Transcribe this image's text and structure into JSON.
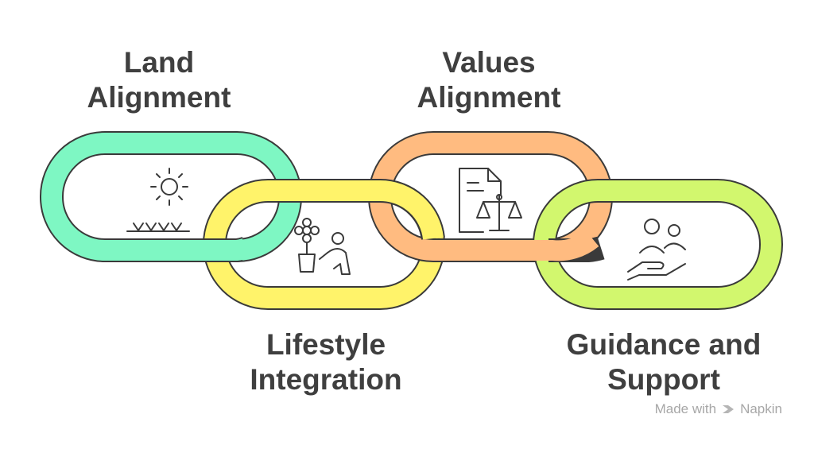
{
  "diagram": {
    "links": [
      {
        "id": "land",
        "lines": [
          "Land",
          "Alignment"
        ],
        "color": "#7ef7c3",
        "icon": "sun-grass-icon"
      },
      {
        "id": "lifestyle",
        "lines": [
          "Lifestyle",
          "Integration"
        ],
        "color": "#fff36a",
        "icon": "flower-person-icon"
      },
      {
        "id": "values",
        "lines": [
          "Values",
          "Alignment"
        ],
        "color": "#ffbb80",
        "icon": "document-scales-icon"
      },
      {
        "id": "guidance",
        "lines": [
          "Guidance and",
          "Support"
        ],
        "color": "#d2f76e",
        "icon": "hand-people-icon"
      }
    ],
    "outline_color": "#3a3a3a"
  },
  "branding": {
    "prefix": "Made with",
    "name": "Napkin"
  }
}
